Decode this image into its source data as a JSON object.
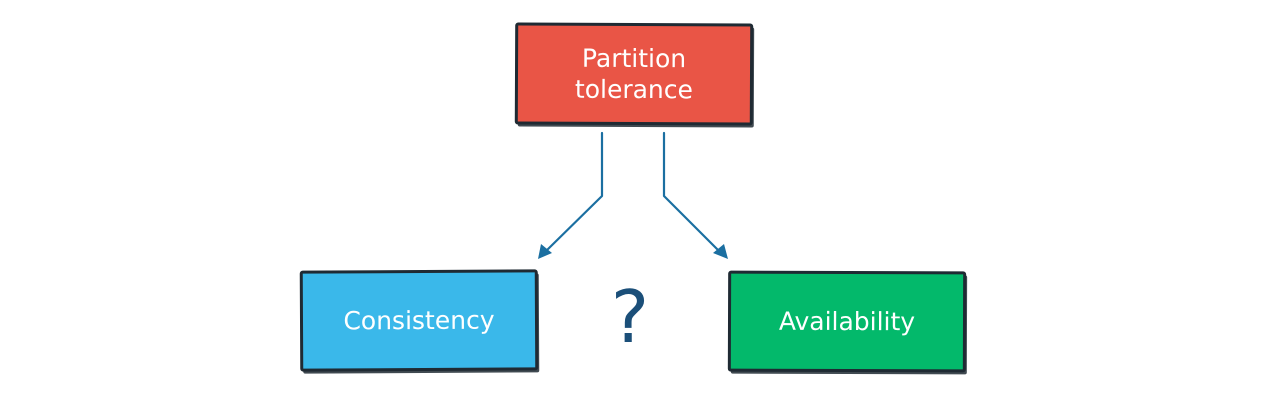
{
  "nodes": {
    "partition_tolerance": {
      "label": "Partition\ntolerance",
      "color": "#e95546"
    },
    "consistency": {
      "label": "Consistency",
      "color": "#3ab8ea"
    },
    "availability": {
      "label": "Availability",
      "color": "#03b96b"
    }
  },
  "question_mark": "?",
  "arrow_color": "#1b6fa1",
  "outline_color": "#1f2a33"
}
